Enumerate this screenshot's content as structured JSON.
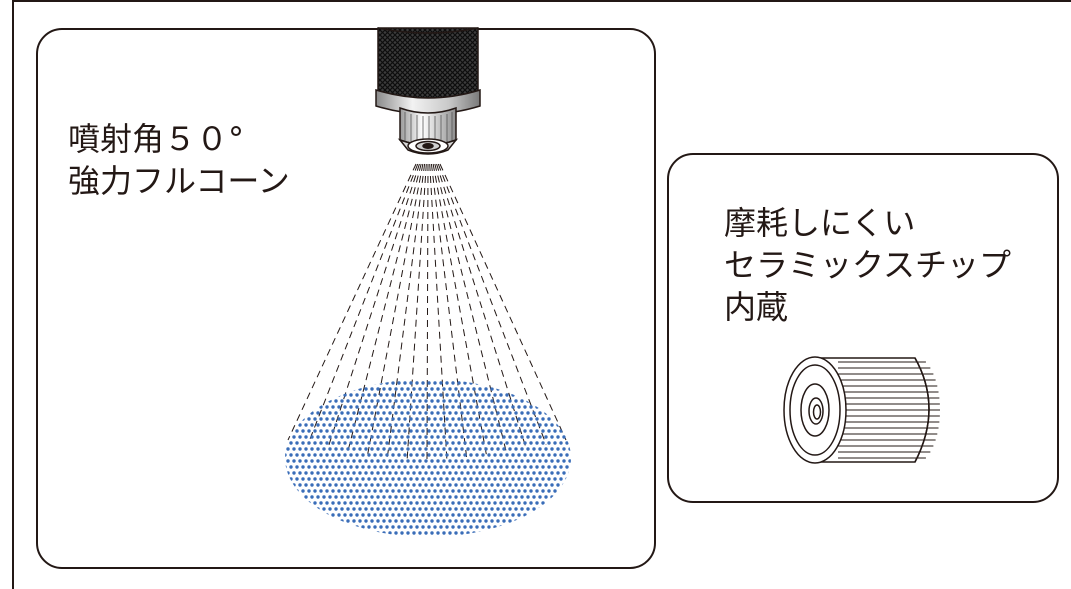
{
  "spray_panel": {
    "caption_lines": [
      "噴射角５０°",
      "強力フルコーン"
    ],
    "spray_dot_color": "#3a6db8"
  },
  "tip_panel": {
    "caption_lines": [
      "摩耗しにくい",
      "セラミックスチップ",
      "内蔵"
    ]
  },
  "colors": {
    "outline": "#231815",
    "background": "#ffffff"
  },
  "icons": [
    "spray-nozzle-icon",
    "ceramic-tip-icon"
  ]
}
